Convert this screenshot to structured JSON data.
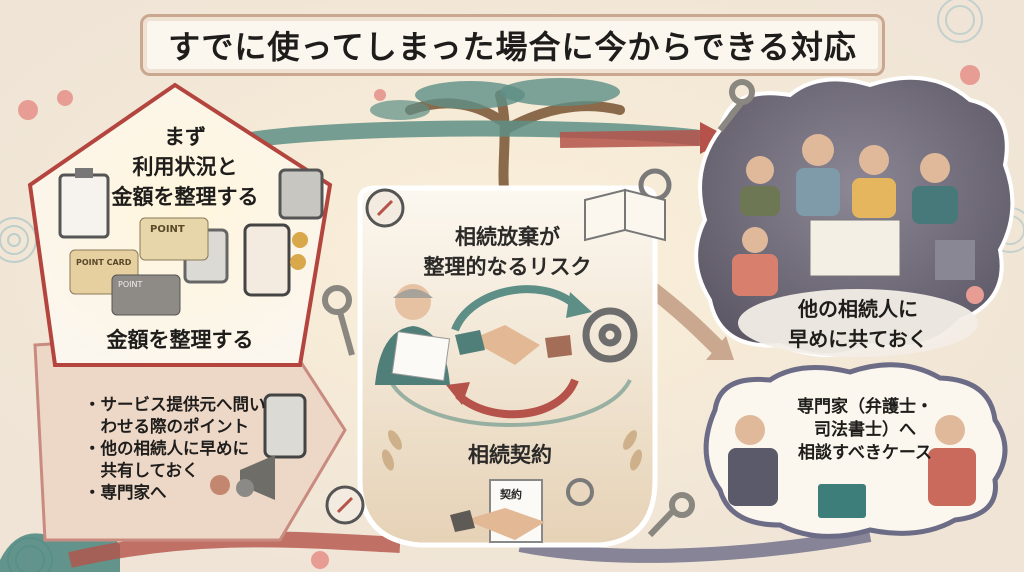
{
  "title": "すでに使ってしまった場合に今からできる対応",
  "left_panel": {
    "heading_lines": [
      "まず",
      "利用状況と",
      "金額を整理する"
    ],
    "subheading": "金額を整理する",
    "card_label_1": "POINT",
    "card_label_2": "POINT CARD",
    "card_label_3": "POINT",
    "bullets": [
      "・サービス提供元へ問い",
      "　わせる際のポイント",
      "・他の相続人に早めに",
      "　共有しておく",
      "・専門家へ"
    ]
  },
  "center_panel": {
    "title_lines": [
      "相続放棄が",
      "整理的なるリスク"
    ],
    "bottom_label": "相続契約",
    "doc_label": "契約"
  },
  "top_right_cloud": {
    "text_lines": [
      "他の相続人に",
      "早めに共ておく"
    ]
  },
  "bottom_right_cloud": {
    "text_lines": [
      "専門家（弁護士・",
      "司法書士）へ",
      "相談すべきケース"
    ]
  },
  "colors": {
    "teal_arrow": "#5e8f86",
    "red_arrow": "#b5534a",
    "slate_arrow": "#6c6c86",
    "cloud_dark": "#5d5866",
    "pentagon_border": "#b3453e"
  }
}
